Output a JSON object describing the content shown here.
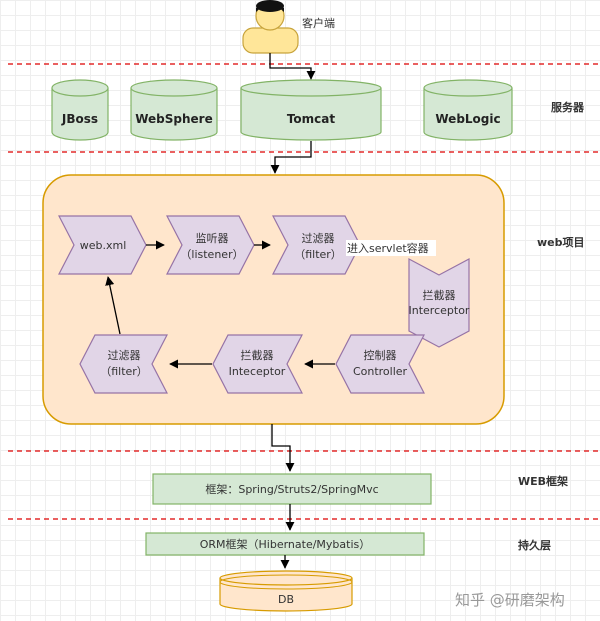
{
  "client": {
    "label": "客户端"
  },
  "servers": {
    "layer_label": "服务器",
    "items": [
      "JBoss",
      "WebSphere",
      "Tomcat",
      "WebLogic"
    ]
  },
  "web_project": {
    "layer_label": "web项目",
    "webxml": "web.xml",
    "listener": {
      "line1": "监听器",
      "line2": "（listener）"
    },
    "filter_top": {
      "line1": "过滤器",
      "line2": "（filter）"
    },
    "servlet_container": "进入servlet容器",
    "interceptor_right": {
      "line1": "拦截器",
      "line2": "Interceptor"
    },
    "controller": {
      "line1": "控制器",
      "line2": "Controller"
    },
    "interceptor_bottom": {
      "line1": "拦截器",
      "line2": "Inteceptor"
    },
    "filter_bottom": {
      "line1": "过滤器",
      "line2": "（filter）"
    }
  },
  "web_framework": {
    "layer_label": "WEB框架",
    "box": "框架：Spring/Struts2/SpringMvc"
  },
  "persistence": {
    "layer_label": "持久层",
    "box": "ORM框架（Hibernate/Mybatis）"
  },
  "database": {
    "label": "DB"
  },
  "watermark": "知乎 @研磨架构",
  "colors": {
    "server_fill": "#d5e8d4",
    "server_stroke": "#82b366",
    "project_fill": "#ffe6cc",
    "project_stroke": "#d79b00",
    "step_fill": "#e1d5e7",
    "step_stroke": "#9673a6",
    "db_fill": "#ffe6cc",
    "divider": "#dd0000"
  }
}
